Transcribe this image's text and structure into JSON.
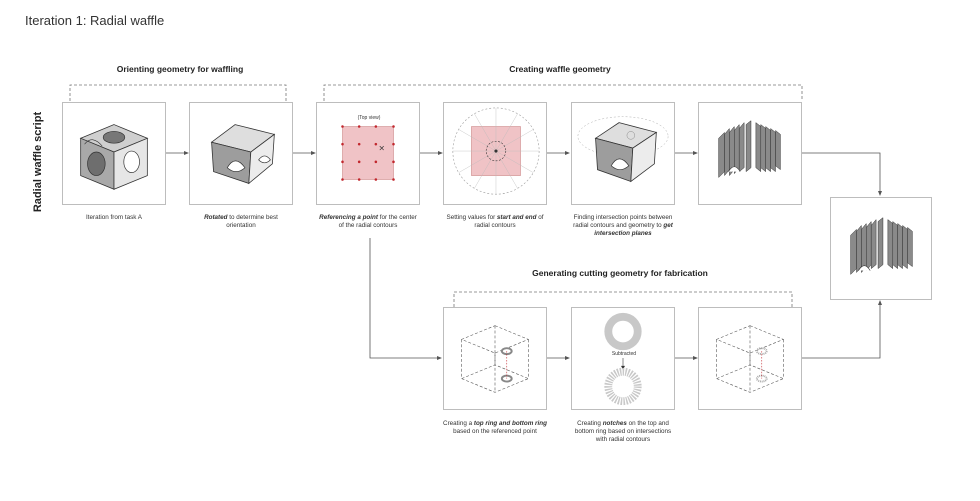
{
  "page_title": "Iteration 1: Radial waffle",
  "side_label": "Radial waffle script",
  "groups": {
    "orienting": "Orienting geometry for waffling",
    "creating": "Creating waffle geometry",
    "cutting": "Generating cutting geometry for fabrication"
  },
  "captions": {
    "c1": {
      "plain": "Iteration from task A"
    },
    "c2": {
      "bold": "Rotated",
      "rest": " to determine best orientation"
    },
    "c3": {
      "bold": "Referencing a point",
      "rest": " for the center of the radial contours"
    },
    "c4": {
      "pre": "Setting values for ",
      "bold": "start and end",
      "rest": " of radial contours"
    },
    "c5": {
      "pre": "Finding intersection points between radial contours and geometry to ",
      "bold": "get intersection planes"
    },
    "c6": {
      "pre": "Creating a ",
      "bold": "top ring and bottom ring",
      "rest": " based on the referenced point"
    },
    "c7": {
      "pre": "Creating ",
      "bold": "notches",
      "rest": " on the top and bottom ring based on intersections with radial contours"
    }
  },
  "inner_labels": {
    "top_view": "(Top view)",
    "subtracted": "Subtracted"
  }
}
